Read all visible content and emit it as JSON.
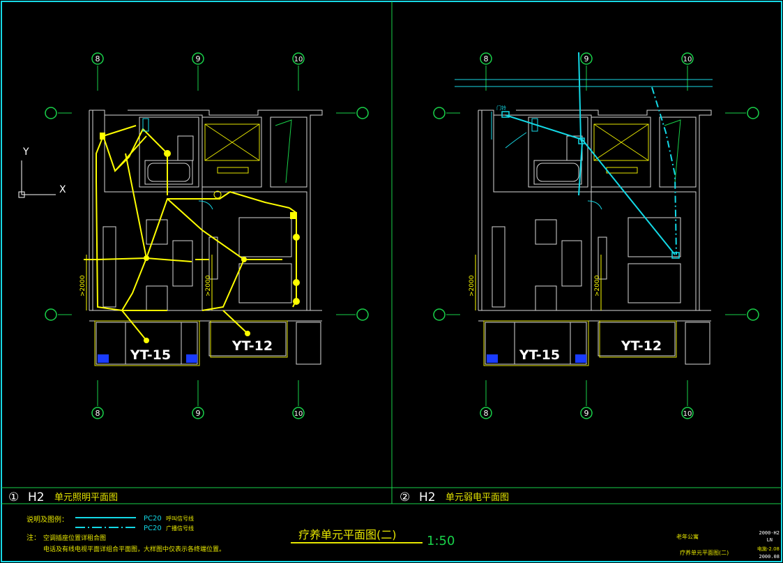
{
  "colors": {
    "frame": "#17d9e6",
    "grid": "#19d24a",
    "wall": "#d8d8d8",
    "lighting": "#ffff00",
    "weak_current": "#13d9e6",
    "text_yellow": "#e6e600",
    "label_white": "#ffffff"
  },
  "axis_labels": {
    "x": "X",
    "y": "Y"
  },
  "grid_marks": [
    "8",
    "9",
    "10"
  ],
  "left_plan": {
    "balcony_tags": [
      "YT-15",
      "YT-12"
    ],
    "dim_text": ">2000",
    "panel_number": "①",
    "unit_code": "H2",
    "title": "单元照明平面图"
  },
  "right_plan": {
    "balcony_tags": [
      "YT-15",
      "YT-12"
    ],
    "dim_text": ">2000",
    "door_tag": "门铃",
    "panel_number": "②",
    "unit_code": "H2",
    "title": "单元弱电平面图"
  },
  "legend": {
    "heading": "说明及图例：",
    "items": [
      {
        "spec": "PC20",
        "desc": "呼叫信号线"
      },
      {
        "spec": "PC20",
        "desc": "广播信号线"
      }
    ],
    "note_label": "注：",
    "note_line1": "空调插座位置详租合图",
    "note_line2": "电话及有线电视平面详组合平面图，大样图中仅表示各终端位置。"
  },
  "sheet": {
    "main_title": "疗养单元平面图(二)",
    "scale": "1:50",
    "project": "老年公寓",
    "drawing_name": "疗养单元平面图(二)",
    "code": "2000-H2",
    "discipline": "LN",
    "number": "电施-2.08",
    "date": "2000.08"
  }
}
